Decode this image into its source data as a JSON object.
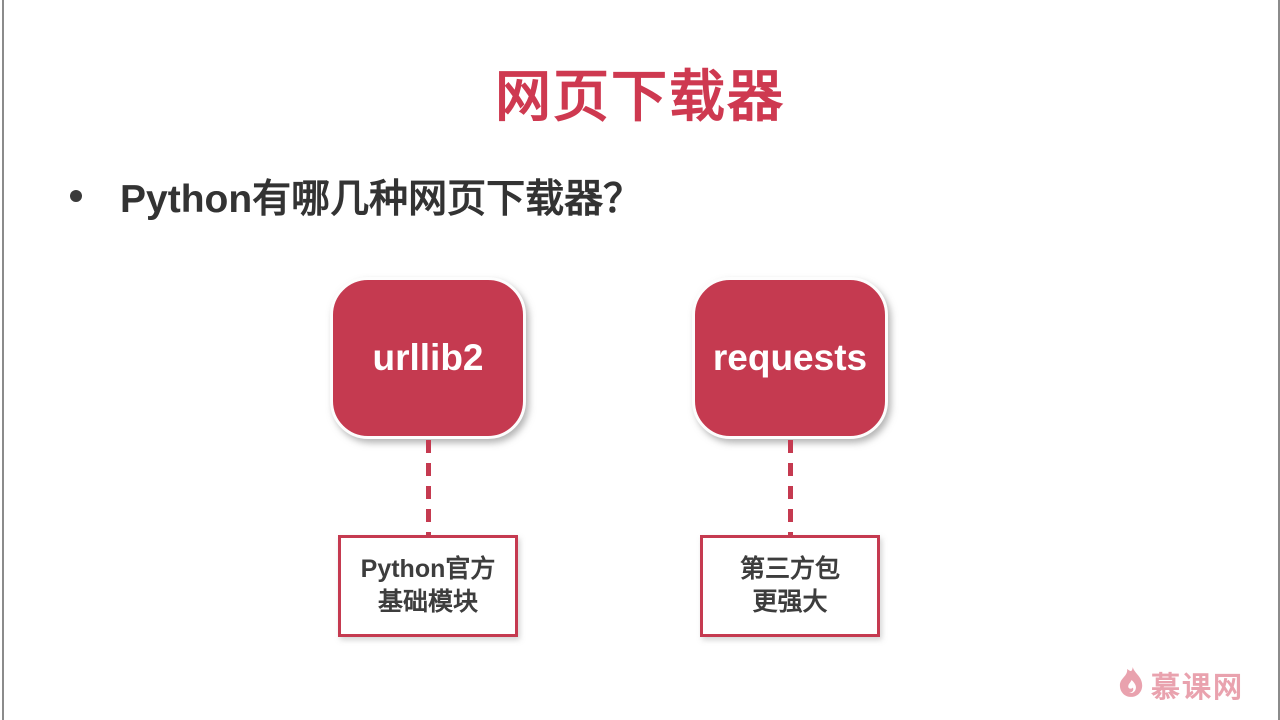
{
  "slide": {
    "title": "网页下载器",
    "bullet": "Python有哪几种网页下载器？"
  },
  "diagram": {
    "nodes": [
      {
        "label": "urllib2",
        "desc_line1": "Python官方",
        "desc_line2": "基础模块"
      },
      {
        "label": "requests",
        "desc_line1": "第三方包",
        "desc_line2": "更强大"
      }
    ]
  },
  "logo": {
    "text": "慕课网",
    "icon": "flame-icon"
  },
  "colors": {
    "accent_red": "#c53a50",
    "title_red": "#ce3950",
    "text_dark": "#333333",
    "logo_pink": "#e9a2ae",
    "edge_gray": "#8b8b8b"
  }
}
